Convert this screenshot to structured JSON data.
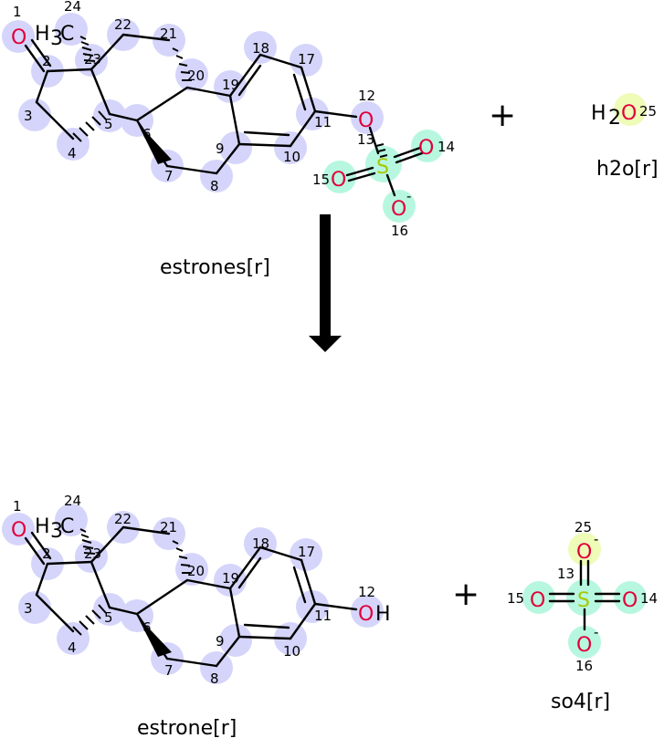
{
  "reactants": {
    "estrones": {
      "caption": "estrones[r]"
    },
    "h2o": {
      "caption": "h2o[r]",
      "atom_index": "25"
    }
  },
  "products": {
    "estrone": {
      "caption": "estrone[r]"
    },
    "so4": {
      "caption": "so4[r]"
    }
  },
  "operator": {
    "plus": "+"
  },
  "colors": {
    "estrone_highlight": "#d5d5fb",
    "sulfate_highlight": "#b7f7e0",
    "water_highlight": "#eefcb8",
    "oxygen": "#e0003a",
    "sulfur": "#a8c800",
    "bond": "#000000"
  },
  "labels": {
    "top": {
      "1": "1",
      "2": "2",
      "3": "3",
      "4": "4",
      "5": "5",
      "6": "6",
      "7": "7",
      "8": "8",
      "9": "9",
      "10": "10",
      "11": "11",
      "12": "12",
      "13": "13",
      "14": "14",
      "15": "15",
      "16": "16",
      "17": "17",
      "18": "18",
      "19": "19",
      "20": "20",
      "21": "21",
      "22": "22",
      "23": "23",
      "24": "24"
    },
    "bottom": {
      "1": "1",
      "2": "2",
      "3": "3",
      "4": "4",
      "5": "5",
      "6": "6",
      "7": "7",
      "8": "8",
      "9": "9",
      "10": "10",
      "11": "11",
      "12": "12",
      "13": "13",
      "14": "14",
      "15": "15",
      "16": "16",
      "17": "17",
      "18": "18",
      "19": "19",
      "20": "20",
      "21": "21",
      "22": "22",
      "23": "23",
      "24": "24",
      "25": "25"
    }
  },
  "atoms": {
    "O": "O",
    "S": "S",
    "H": "H",
    "C": "C",
    "H2": "H",
    "sub2": "2",
    "sub3": "3",
    "minus": "-"
  }
}
